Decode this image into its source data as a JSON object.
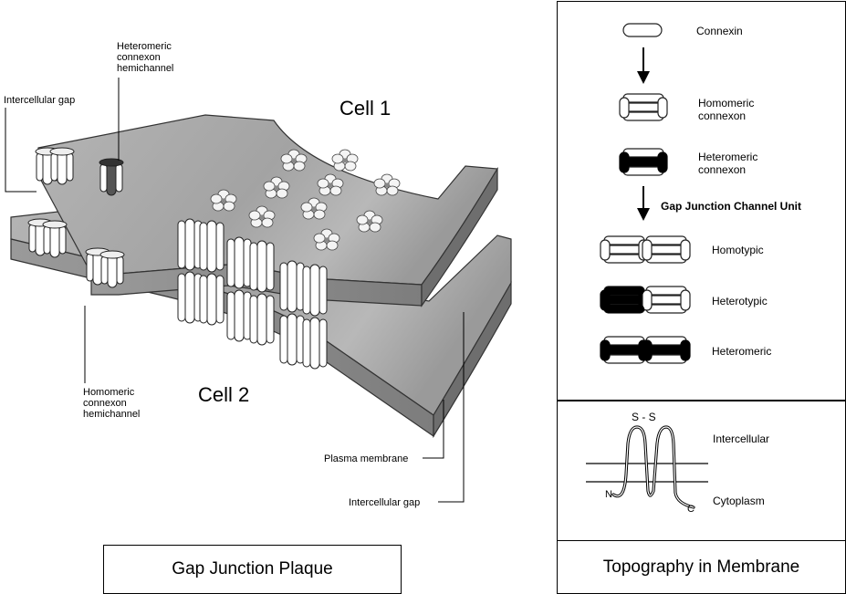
{
  "left": {
    "cell1": "Cell 1",
    "cell2": "Cell 2",
    "heteromeric_hemichannel": [
      "Heteromeric",
      "connexon",
      "hemichannel"
    ],
    "intercellular_gap": "Intercellular gap",
    "homomeric_hemichannel": [
      "Homomeric",
      "connexon",
      "hemichannel"
    ],
    "plasma_membrane": "Plasma membrane",
    "intercellular_gap_bottom": "Intercellular gap",
    "caption": "Gap Junction Plaque"
  },
  "right": {
    "connexin": "Connexin",
    "homomeric_connexon": [
      "Homomeric",
      "connexon"
    ],
    "heteromeric_connexon": [
      "Heteromeric",
      "connexon"
    ],
    "channel_unit": "Gap Junction Channel Unit",
    "homotypic": "Homotypic",
    "heterotypic": "Heterotypic",
    "heteromeric": "Heteromeric",
    "disulfide": "S - S",
    "intercellular": "Intercellular",
    "cytoplasm": "Cytoplasm",
    "n_term": "N",
    "c_term": "C",
    "caption": "Topography in Membrane"
  },
  "colors": {
    "membrane_top": "#a9a9a9",
    "membrane_side": "#8a8a8a",
    "subunit": "#ffffff",
    "dark_subunit": "#000000"
  }
}
